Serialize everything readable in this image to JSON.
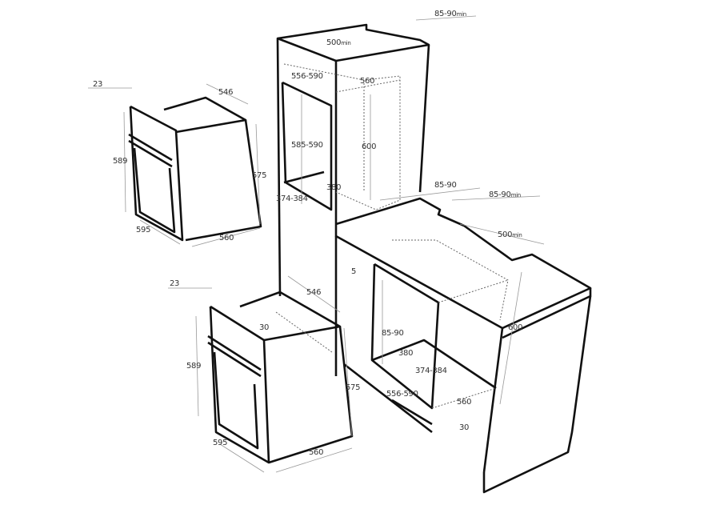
{
  "colors": {
    "stroke": "#111111",
    "dim": "#888888",
    "text": "#333333"
  },
  "oven_top": {
    "depth_front": "23",
    "depth": "546",
    "height": "589",
    "body_height": "575",
    "width": "595",
    "body_width": "560"
  },
  "oven_bottom": {
    "depth_front": "23",
    "depth": "546",
    "height": "589",
    "body_height": "575",
    "width": "595",
    "body_width": "560",
    "offset": "30"
  },
  "tall_cabinet": {
    "gap_back": "85-90",
    "gap_back_unit": "min",
    "depth": "500",
    "depth_unit": "min",
    "opening_width": "556-590",
    "inner_width": "560",
    "opening_height": "585-590",
    "inner_height": "600",
    "opening_depth": "380",
    "cutout": "374-384",
    "gap_bottom": "85-90"
  },
  "base_cabinet": {
    "gap_back": "85-90",
    "gap_back_unit": "min",
    "depth": "500",
    "depth_unit": "min",
    "top_gap": "5",
    "gap_bottom": "85-90",
    "opening_depth": "380",
    "cutout": "374-384",
    "opening_width": "556-590",
    "inner_width": "560",
    "inner_height": "600",
    "bottom_gap": "30"
  }
}
